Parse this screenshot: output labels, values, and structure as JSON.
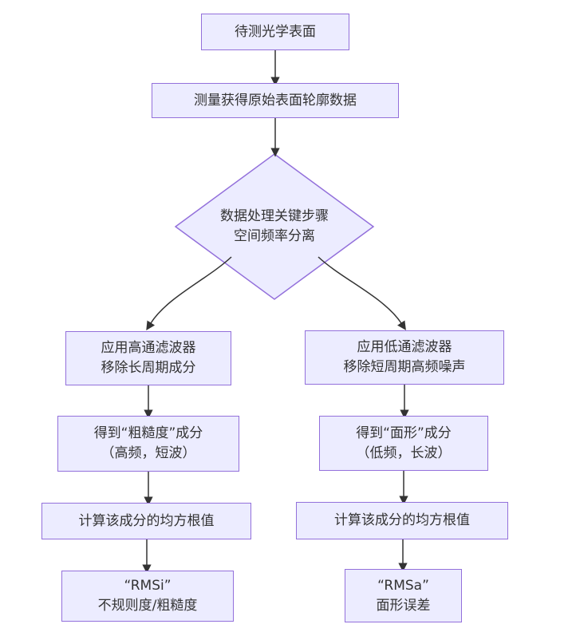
{
  "diagram": {
    "type": "flowchart",
    "direction": "top-down",
    "colors": {
      "node_fill": "#ECECFF",
      "node_border": "#9370DB",
      "edge": "#333333",
      "text": "#333333",
      "background": "#FFFFFF"
    },
    "nodes": {
      "start": {
        "line1": "待测光学表面"
      },
      "measure": {
        "line1": "测量获得原始表面轮廓数据"
      },
      "decision": {
        "line1": "数据处理关键步骤",
        "line2": "空间频率分离"
      },
      "highpass": {
        "line1": "应用高通滤波器",
        "line2": "移除长周期成分"
      },
      "lowpass": {
        "line1": "应用低通滤波器",
        "line2": "移除短周期高频噪声"
      },
      "roughness": {
        "line1": "得到“粗糙度”成分",
        "line2": "（高频，短波）"
      },
      "figure": {
        "line1": "得到“面形”成分",
        "line2": "（低频，长波）"
      },
      "rms_left": {
        "line1": "计算该成分的均方根值"
      },
      "rms_right": {
        "line1": "计算该成分的均方根值"
      },
      "rmsi": {
        "line1": "“RMSi”",
        "line2": "不规则度/粗糙度"
      },
      "rmsa": {
        "line1": "“RMSa”",
        "line2": "面形误差"
      }
    },
    "edges": [
      {
        "from": "start",
        "to": "measure"
      },
      {
        "from": "measure",
        "to": "decision"
      },
      {
        "from": "decision",
        "to": "highpass"
      },
      {
        "from": "decision",
        "to": "lowpass"
      },
      {
        "from": "highpass",
        "to": "roughness"
      },
      {
        "from": "roughness",
        "to": "rms_left"
      },
      {
        "from": "rms_left",
        "to": "rmsi"
      },
      {
        "from": "lowpass",
        "to": "figure"
      },
      {
        "from": "figure",
        "to": "rms_right"
      },
      {
        "from": "rms_right",
        "to": "rmsa"
      }
    ]
  }
}
